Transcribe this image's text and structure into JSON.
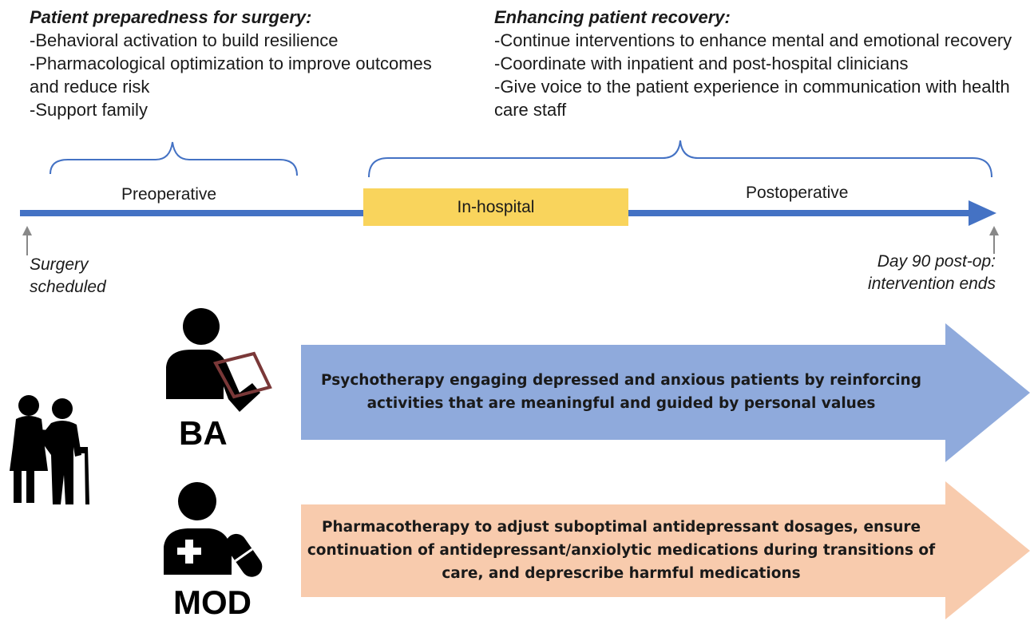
{
  "preop_block": {
    "heading": "Patient preparedness for surgery:",
    "items": [
      "-Behavioral activation to build resilience",
      "-Pharmacological optimization to improve outcomes and reduce risk",
      "-Support family"
    ]
  },
  "recovery_block": {
    "heading": "Enhancing patient recovery:",
    "items": [
      "-Continue interventions to enhance mental and emotional recovery",
      "-Coordinate with inpatient and post-hospital clinicians",
      "-Give voice to the patient experience in communication with health care staff"
    ]
  },
  "timeline": {
    "preoperative": "Preoperative",
    "in_hospital": "In-hospital",
    "postoperative": "Postoperative",
    "start_marker": [
      "Surgery",
      "scheduled"
    ],
    "end_marker": [
      "Day 90 post-op:",
      "intervention ends"
    ]
  },
  "interventions": {
    "ba": {
      "label": "BA",
      "description": "Psychotherapy engaging depressed and anxious patients by reinforcing activities that are meaningful and guided by personal values",
      "color": "#8faadc"
    },
    "mod": {
      "label": "MOD",
      "description": "Pharmacotherapy to adjust suboptimal antidepressant dosages, ensure continuation of antidepressant/anxiolytic medications during transitions of care, and deprescribe harmful medications",
      "color": "#f8cbad"
    }
  },
  "icons": {
    "family": "caregiver-elderly-icon",
    "ba": "therapist-clipboard-icon",
    "mod": "doctor-medication-icon"
  },
  "colors": {
    "timeline": "#4472c4",
    "in_hospital_box": "#f9d45c",
    "marker_arrow": "#888888"
  }
}
